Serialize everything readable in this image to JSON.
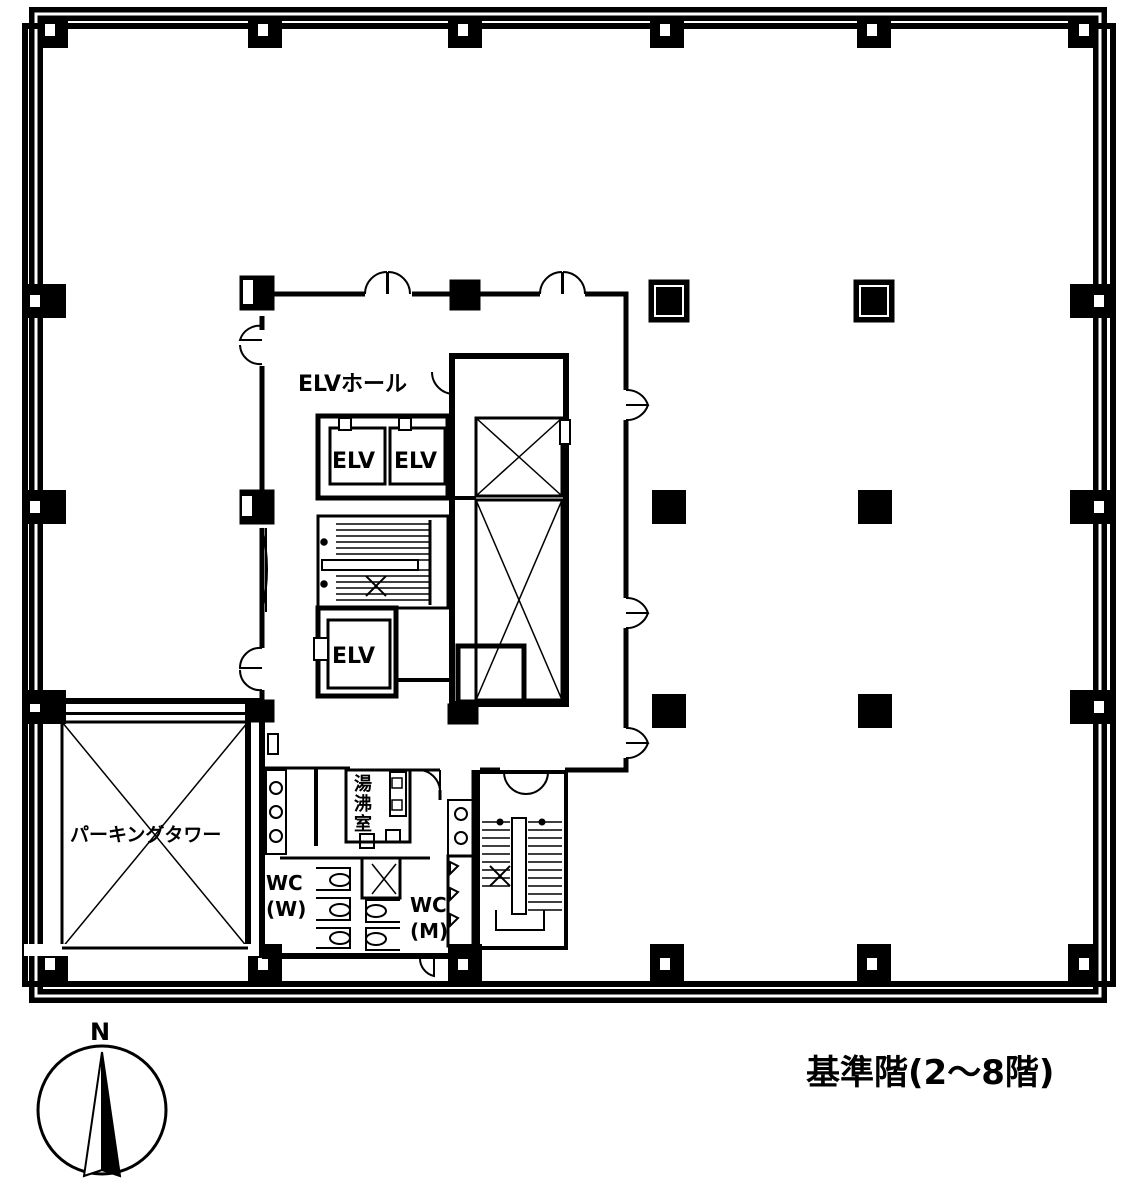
{
  "plan": {
    "rooms": {
      "elv_hall": "ELVホール",
      "elv_1": "ELV",
      "elv_2": "ELV",
      "elv_3": "ELV",
      "parking": "パーキングタワー",
      "kettle_1": "湯",
      "kettle_2": "沸",
      "kettle_3": "室",
      "wc_w_1": "WC",
      "wc_w_2": "(W)",
      "wc_m_1": "WC",
      "wc_m_2": "(M)"
    },
    "compass": {
      "north": "N"
    },
    "floor_title": "基準階(2〜8階)"
  }
}
